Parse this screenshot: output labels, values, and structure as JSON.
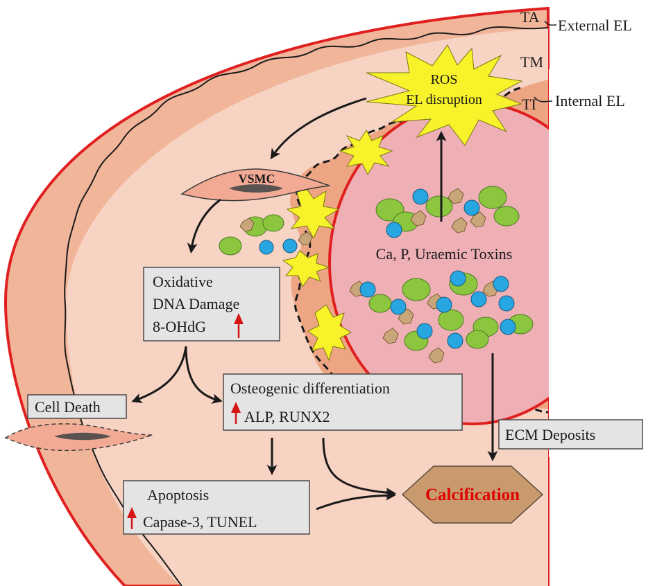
{
  "layers": {
    "ta": "TA",
    "tm": "TM",
    "ti": "TI",
    "external_el": "External EL",
    "internal_el": "Internal EL"
  },
  "burst": {
    "line1": "ROS",
    "line2": "EL disruption"
  },
  "vsmc_label": "VSMC",
  "lumen_label": "Ca, P, Uraemic Toxins",
  "oxidative_box": {
    "line1": "Oxidative",
    "line2": "DNA Damage",
    "line3": "8-OHdG"
  },
  "cell_death_label": "Cell Death",
  "osteogenic_box": {
    "line1": "Osteogenic differentiation",
    "line2": "ALP, RUNX2"
  },
  "apoptosis_box": {
    "line1": "Apoptosis",
    "line2": "Capase-3, TUNEL"
  },
  "ecm_label": "ECM Deposits",
  "calcification_label": "Calcification",
  "colors": {
    "adventitia": "#f1b59a",
    "media": "#f7d3c3",
    "intima": "#eda584",
    "lumen": "#efb0b5",
    "vessel_outline": "#e02020",
    "burst": "#f7f22a",
    "calcium": "#8cc63f",
    "phosphate": "#27a6e2",
    "toxin": "#c8a67a",
    "calcification_fill": "#c89a6e",
    "calcification_text": "#e00000",
    "up_arrow": "#d41616",
    "box_fill": "#e4e4e4"
  }
}
